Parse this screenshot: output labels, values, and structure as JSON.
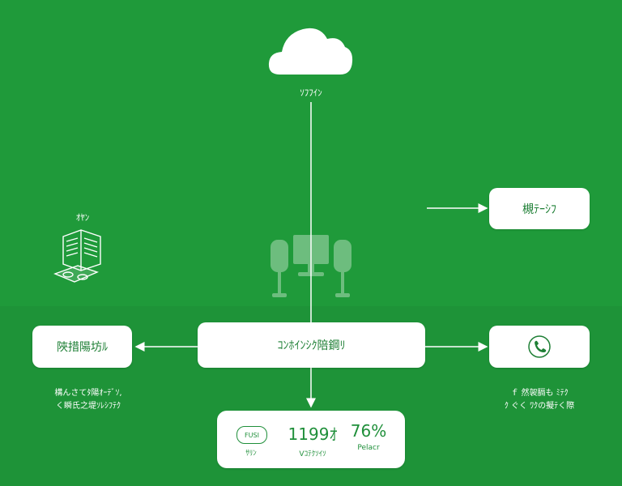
{
  "cloud": {
    "label": "ｿﾌﾌｲﾝ"
  },
  "left_node": {
    "label": "ｵﾔﾝ"
  },
  "center_box": {
    "label": "ｺﾝﾎｲﾝｼｸ陪鋼ﾘ"
  },
  "left_box": {
    "label": "陜措陽坊ﾙ"
  },
  "right_top_box": {
    "label": "槻ﾃｰｼﾌ"
  },
  "left_caption": [
    "構んさてﾀ陽ｵｰﾃﾞｿ,",
    "く瞬氏之堤ｿﾚｼﾌﾃｸ"
  ],
  "right_caption": [
    "ｆ 然袈膈も ﾐﾃｸ",
    "ｸ ぐく ﾜｸの擬ﾃく際"
  ],
  "stats": {
    "badge": "FUSI",
    "badge_sub": "ｻﾘﾝ",
    "value1": "1199ｵ",
    "value1_sub": "Vｺﾃｸｿｲｿ",
    "value2": "76%",
    "value2_sub": "Pelacr"
  },
  "colors": {
    "background": "#1f9a3a",
    "box": "#ffffff",
    "box_text": "#1e7f35"
  }
}
